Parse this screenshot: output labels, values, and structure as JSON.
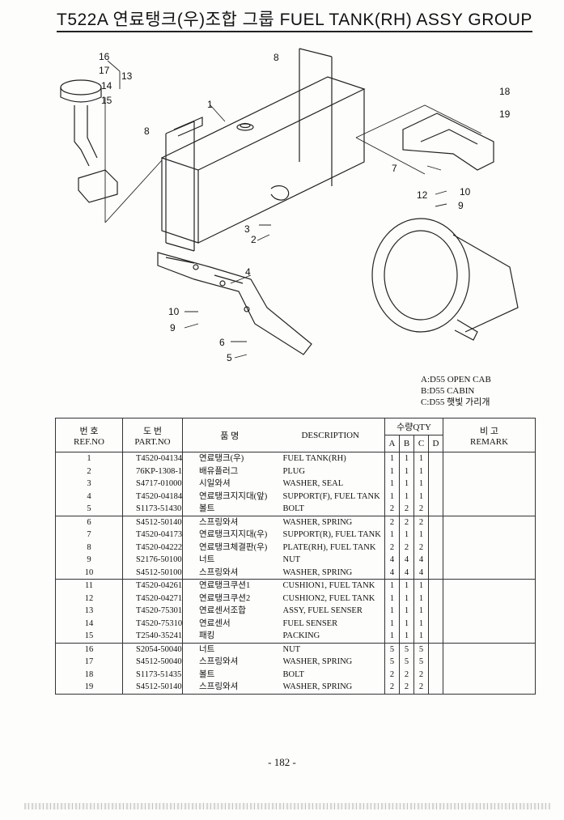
{
  "header": {
    "title": "T522A 연료탱크(우)조합 그룹 FUEL TANK(RH) ASSY GROUP"
  },
  "diagram": {
    "callouts": [
      "1",
      "2",
      "3",
      "4",
      "5",
      "6",
      "7",
      "8",
      "8",
      "9",
      "9",
      "10",
      "10",
      "12",
      "13",
      "14",
      "15",
      "16",
      "17",
      "18",
      "19"
    ]
  },
  "legend": {
    "a": "A:D55 OPEN CAB",
    "b": "B:D55 CABIN",
    "c": "C:D55 햇빛 가리개"
  },
  "table": {
    "headers": {
      "ref_kr": "번 호",
      "ref_en": "REF.NO",
      "part_kr": "도 번",
      "part_en": "PART.NO",
      "name_kr": "품 명",
      "desc": "DESCRIPTION",
      "qty": "수량QTY",
      "a": "A",
      "b": "B",
      "c": "C",
      "d": "D",
      "remark_kr": "비 고",
      "remark_en": "REMARK"
    },
    "groups": [
      {
        "refs": [
          "1",
          "2",
          "3",
          "4",
          "5"
        ],
        "parts": [
          "T4520-04134",
          "76KP-1308-1",
          "S4717-01000",
          "T4520-04184",
          "S1173-51430"
        ],
        "names": [
          "연료탱크(우)",
          "배유플러그",
          "시일와셔",
          "연료탱크지지대(앞)",
          "볼트"
        ],
        "descs": [
          "FUEL TANK(RH)",
          "PLUG",
          "WASHER, SEAL",
          "SUPPORT(F), FUEL TANK",
          "BOLT"
        ],
        "a": [
          "1",
          "1",
          "1",
          "1",
          "2"
        ],
        "b": [
          "1",
          "1",
          "1",
          "1",
          "2"
        ],
        "c": [
          "1",
          "1",
          "1",
          "1",
          "2"
        ]
      },
      {
        "refs": [
          "6",
          "7",
          "8",
          "9",
          "10"
        ],
        "parts": [
          "S4512-50140",
          "T4520-04173",
          "T4520-04222",
          "S2176-50100",
          "S4512-50100"
        ],
        "names": [
          "스프링와셔",
          "연료탱크지지대(우)",
          "연료탱크체결판(우)",
          "너트",
          "스프링와셔"
        ],
        "descs": [
          "WASHER, SPRING",
          "SUPPORT(R), FUEL TANK",
          "PLATE(RH), FUEL TANK",
          "NUT",
          "WASHER, SPRING"
        ],
        "a": [
          "2",
          "1",
          "2",
          "4",
          "4"
        ],
        "b": [
          "2",
          "1",
          "2",
          "4",
          "4"
        ],
        "c": [
          "2",
          "1",
          "2",
          "4",
          "4"
        ]
      },
      {
        "refs": [
          "11",
          "12",
          "13",
          "14",
          "15"
        ],
        "parts": [
          "T4520-04261",
          "T4520-04271",
          "T4520-75301",
          "T4520-75310",
          "T2540-35241"
        ],
        "names": [
          "연료탱크쿠션1",
          "연료탱크쿠션2",
          "연료센서조합",
          "연료센서",
          "패킹"
        ],
        "descs": [
          "CUSHION1, FUEL TANK",
          "CUSHION2, FUEL TANK",
          "ASSY, FUEL SENSER",
          "FUEL SENSER",
          "PACKING"
        ],
        "a": [
          "1",
          "1",
          "1",
          "1",
          "1"
        ],
        "b": [
          "1",
          "1",
          "1",
          "1",
          "1"
        ],
        "c": [
          "1",
          "1",
          "1",
          "1",
          "1"
        ]
      },
      {
        "refs": [
          "16",
          "17",
          "18",
          "19"
        ],
        "parts": [
          "S2054-50040",
          "S4512-50040",
          "S1173-51435",
          "S4512-50140"
        ],
        "names": [
          "너트",
          "스프링와셔",
          "볼트",
          "스프링와셔"
        ],
        "descs": [
          "NUT",
          "WASHER, SPRING",
          "BOLT",
          "WASHER, SPRING"
        ],
        "a": [
          "5",
          "5",
          "2",
          "2"
        ],
        "b": [
          "5",
          "5",
          "2",
          "2"
        ],
        "c": [
          "5",
          "5",
          "2",
          "2"
        ]
      }
    ]
  },
  "footer": {
    "page": "- 182 -"
  }
}
